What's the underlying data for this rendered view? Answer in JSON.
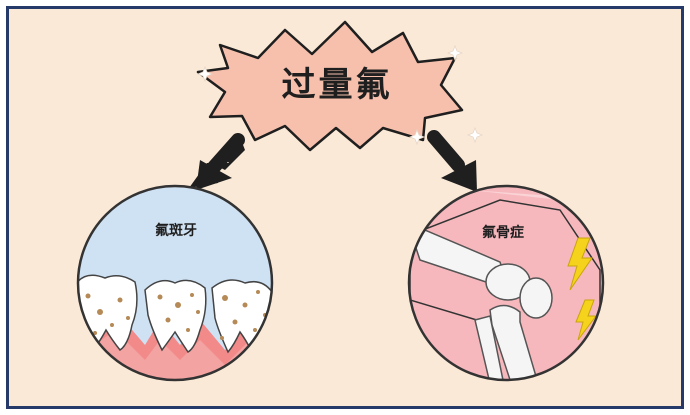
{
  "title": "过量氟",
  "left_circle": {
    "label": "氟斑牙"
  },
  "right_circle": {
    "label": "氟骨症"
  },
  "colors": {
    "background": "#fbe9d7",
    "frame_border": "#253a68",
    "burst_fill": "#f7c0ad",
    "arrow": "#1f1f1f",
    "left_sky": "#cfe2f4",
    "gum": "#f28a8a",
    "tooth": "#ffffff",
    "stain": "#b58a56",
    "skin": "#f6b8bd",
    "bone": "#f5f5f5",
    "lightning": "#f5d21b"
  },
  "icons": [
    "sparkle-icon",
    "arrow-down-left-icon",
    "arrow-down-right-icon",
    "lightning-icon"
  ]
}
